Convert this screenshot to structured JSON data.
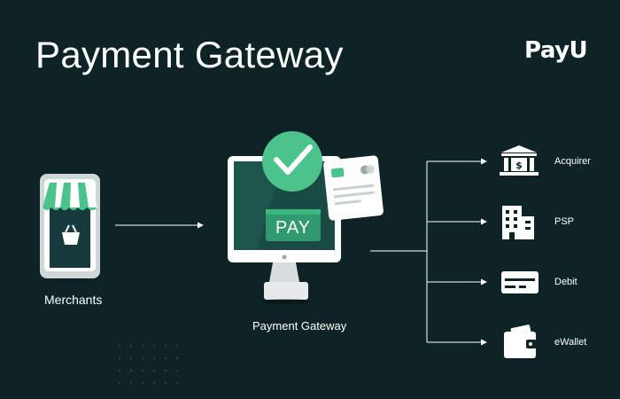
{
  "header": {
    "title": "Payment Gateway",
    "logo_text": "PayU"
  },
  "diagram": {
    "source": {
      "label": "Merchants"
    },
    "hub": {
      "label": "Payment Gateway",
      "screen_text": "PAY"
    },
    "destinations": [
      {
        "label": "Acquirer",
        "icon": "bank-icon"
      },
      {
        "label": "PSP",
        "icon": "building-icon"
      },
      {
        "label": "Debit",
        "icon": "card-icon"
      },
      {
        "label": "eWallet",
        "icon": "wallet-icon"
      }
    ]
  },
  "colors": {
    "background": "#0e2326",
    "accent_green": "#4cc38a",
    "dark_green": "#1f7a55",
    "white": "#ffffff"
  }
}
